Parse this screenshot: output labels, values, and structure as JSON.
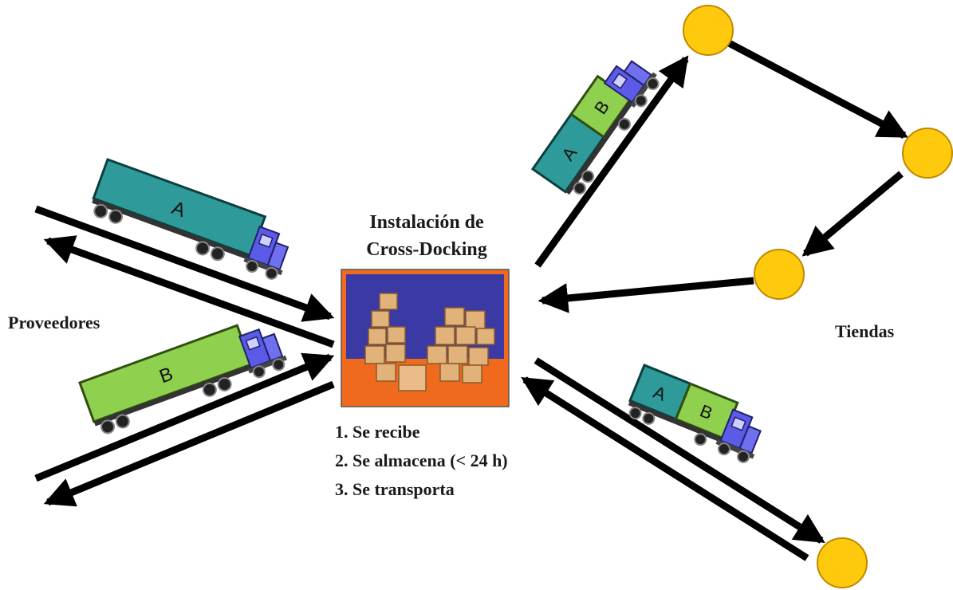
{
  "facility": {
    "title_line1": "Instalación de",
    "title_line2": "Cross-Docking"
  },
  "labels": {
    "suppliers": "Proveedores",
    "stores": "Tiendas"
  },
  "steps": [
    "1. Se recibe",
    "2. Se almacena (< 24 h)",
    "3. Se transporta"
  ],
  "trailer_letters": {
    "a": "A",
    "b": "B"
  },
  "colors": {
    "arrow": "#000000",
    "store_node": "#ffc90e",
    "trailer_a": "#2f9a9a",
    "trailer_b": "#8fd14f",
    "cab": "#5b5be8",
    "facility_border": "#ef6a1c",
    "facility_sky": "#3b3aa5",
    "facility_floor": "#ef6a1c",
    "box": "#e2b27b"
  }
}
